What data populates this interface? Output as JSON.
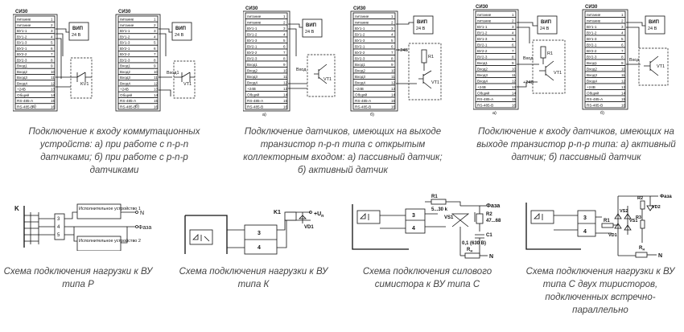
{
  "siz_title": "СИ30",
  "terminals": [
    "питание",
    "питание",
    "ВУ1-1",
    "ВУ1-2",
    "ВУ1-3",
    "ВУ2-1",
    "ВУ2-2",
    "ВУ2-3",
    "Вход1",
    "Вход2",
    "Вход3",
    "Вход4",
    "+24В",
    "Общий",
    "RS-485-A",
    "RS-485-B"
  ],
  "vip": {
    "name": "ВИП",
    "voltage": "24 В"
  },
  "labels": {
    "a": "а)",
    "b": "б)",
    "vhod": "Вход",
    "vhod1": "Вход1",
    "plus24": "+24В",
    "kv1": "KV1",
    "vt1": "VT1",
    "r1": "R1",
    "k": "K",
    "k1": "K1",
    "vd1": "VD1",
    "n": "N",
    "faza": "Фаза",
    "plus_u": "+U",
    "plus_u_sub": "п",
    "term3": "3",
    "term4": "4",
    "term5": "5",
    "device1": "Исполнительное устройство 1",
    "device2": "Исполнительное устройство 2",
    "r1_value": "5...30 k",
    "r2": "R2",
    "r2_value": "47...68",
    "vs1": "VS1",
    "c1": "C1",
    "c1_value": "0,1 (630 В)",
    "rn": "R",
    "rn_sub": "н",
    "vd2": "VD2",
    "vs2": "VS2",
    "r3": "R3"
  },
  "captions": {
    "c1": "Подключение к входу коммутационных устройств: а) при работе с n-p-n датчиками; б) при работе с p-n-p датчиками",
    "c2": "Подключение датчиков, имеющих на выходе транзистор n-p-n типа с открытым коллекторным входом: а) пассивный датчик; б) активный датчик",
    "c3": "Подключение к входу датчиков, имеющих на выходе транзистор p-n-p типа: а) активный датчик; б) пассивный датчик",
    "c4": "Схема подключения нагрузки к ВУ типа Р",
    "c5": "Схема подключения нагрузки к ВУ типа К",
    "c6": "Схема подключения силового симистора к ВУ типа С",
    "c7": "Схема подключения нагрузки к ВУ типа С двух тиристоров, подключенных встречно-параллельно"
  }
}
